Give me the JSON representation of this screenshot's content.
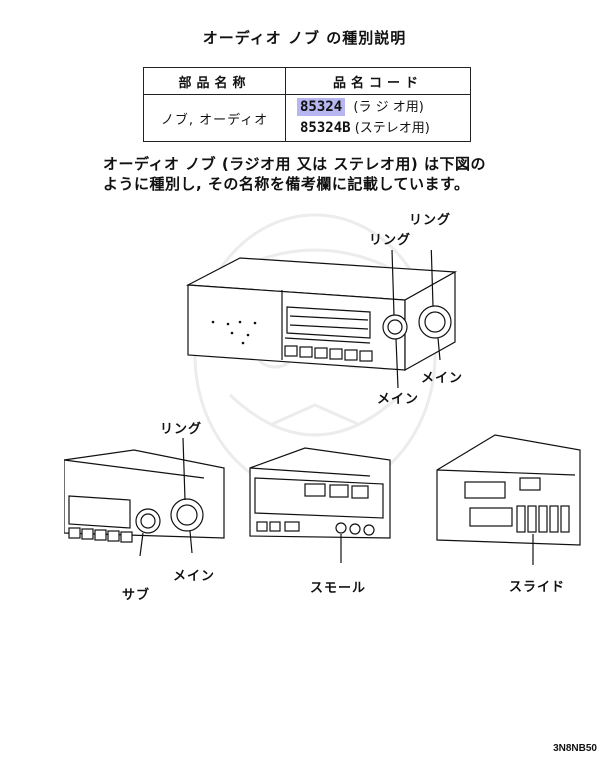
{
  "document": {
    "title": "オーディオ ノブ の種別説明",
    "table": {
      "headers": [
        "部品名称",
        "品名コード"
      ],
      "row": {
        "part_name": "ノブ, オーディオ",
        "codes": [
          {
            "number": "85324",
            "type": "(ラ ジ オ用)",
            "highlighted": true
          },
          {
            "number": "85324B",
            "type": "(ステレオ用)",
            "highlighted": false
          }
        ]
      }
    },
    "description": [
      "オーディオ ノブ (ラジオ用 又は ステレオ用) は下図の",
      "ように種別し, その名称を備考欄に記載しています。"
    ],
    "labels": {
      "ring_left": "リング",
      "ring_right": "リング",
      "main_bottom": "メイン",
      "main_right": "メイン",
      "ring_lower": "リング",
      "main_lower": "メイン",
      "sub": "サブ",
      "small": "スモール",
      "slide": "スライド"
    },
    "footer_code": "3N8NB50",
    "highlight_color": "#b8b6f0"
  }
}
